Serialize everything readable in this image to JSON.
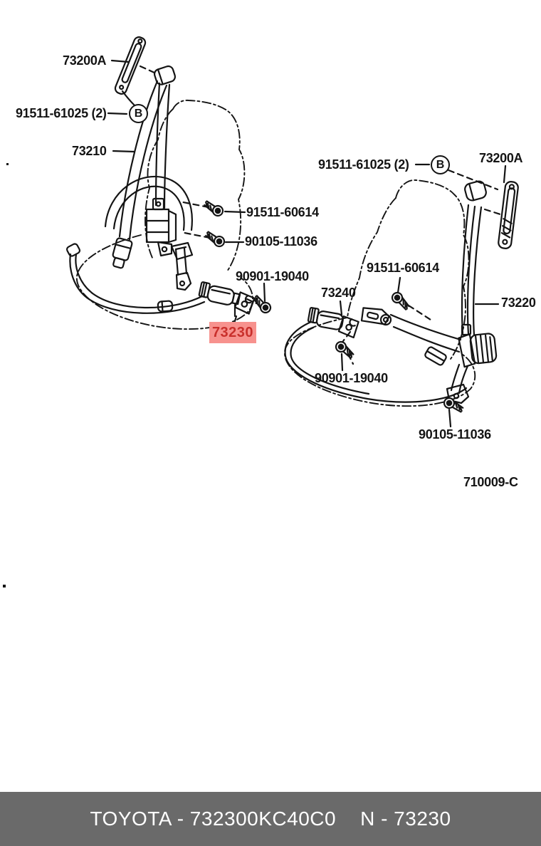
{
  "colors": {
    "line": "#141414",
    "highlight_bg": "#f7928e",
    "highlight_text": "#c9302c",
    "footer_bg": "#6a6a6a",
    "footer_text": "#ffffff"
  },
  "footer": {
    "catalog_label": "TOYOTA - 732300KC40C0",
    "part_label": "N - 73230"
  },
  "diagram": {
    "code": "710009-C",
    "left_assembly": {
      "sash_guide": "73200A",
      "anchor_bolts": "91511-61025 (2)",
      "anchor_bolts_symbol": "B",
      "outer_belt": "73210",
      "upper_bolt": "91511-60614",
      "lower_bolt": "90105-11036",
      "anchor_bolt": "90901-19040",
      "inner_buckle": "73230"
    },
    "right_assembly": {
      "anchor_bolts": "91511-61025 (2)",
      "anchor_bolts_symbol": "B",
      "sash_guide": "73200A",
      "upper_bolt": "91511-60614",
      "buckle": "73240",
      "inner_belt": "73220",
      "anchor_bolt": "90901-19040",
      "lower_bolt": "90105-11036"
    }
  }
}
